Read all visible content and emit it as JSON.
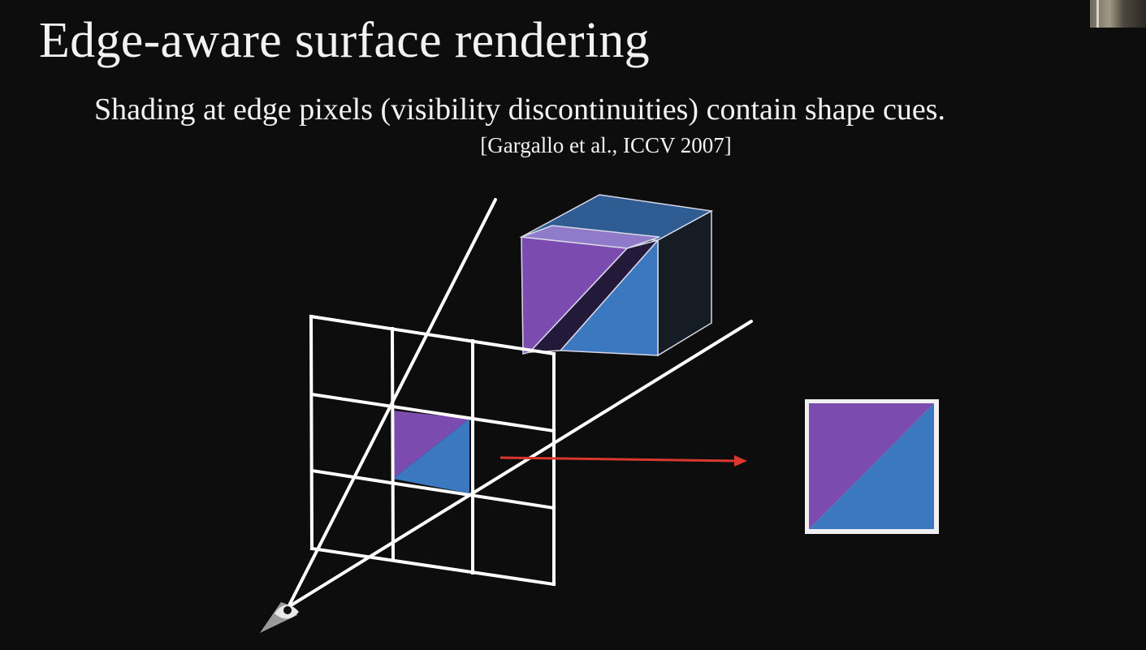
{
  "slide": {
    "title": "Edge-aware surface rendering",
    "subtitle": "Shading at edge pixels (visibility discontinuities) contain shape cues.",
    "citation": "[Gargallo et al., ICCV 2007]"
  },
  "colors": {
    "background": "#0d0d0d",
    "text": "#f2f2f2",
    "purple_face": "#7b4bb0",
    "blue_face": "#3b78c0",
    "dark_face": "#151c24",
    "top_face": "#2f5c92",
    "arrow": "#d9372f",
    "lines": "#ffffff"
  },
  "icons": {
    "camera": "eye-camera-icon"
  }
}
